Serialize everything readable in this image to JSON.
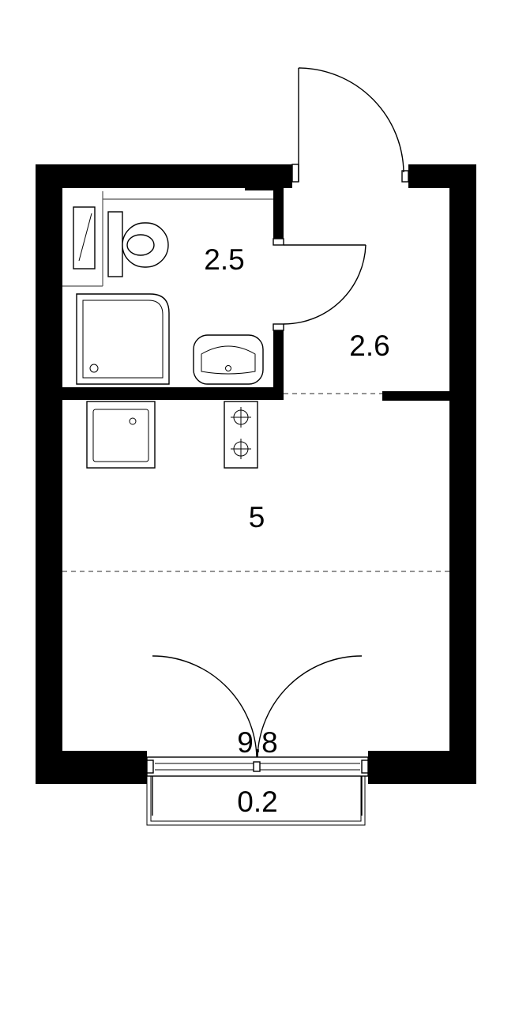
{
  "rooms": [
    {
      "id": "bathroom",
      "area": "2.5"
    },
    {
      "id": "hallway",
      "area": "2.6"
    },
    {
      "id": "kitchen",
      "area": "5"
    },
    {
      "id": "living-room",
      "area": "9.8"
    },
    {
      "id": "balcony",
      "area": "0.2"
    }
  ],
  "colors": {
    "wall": "#000000",
    "fixture_stroke": "#000000",
    "zone_divider": "#555555",
    "background": "#ffffff"
  },
  "icons": [
    "door-swing-icon",
    "toilet-icon",
    "shower-tray-icon",
    "washbasin-icon",
    "kitchen-sink-icon",
    "stove-icon",
    "balcony-door-icon"
  ]
}
